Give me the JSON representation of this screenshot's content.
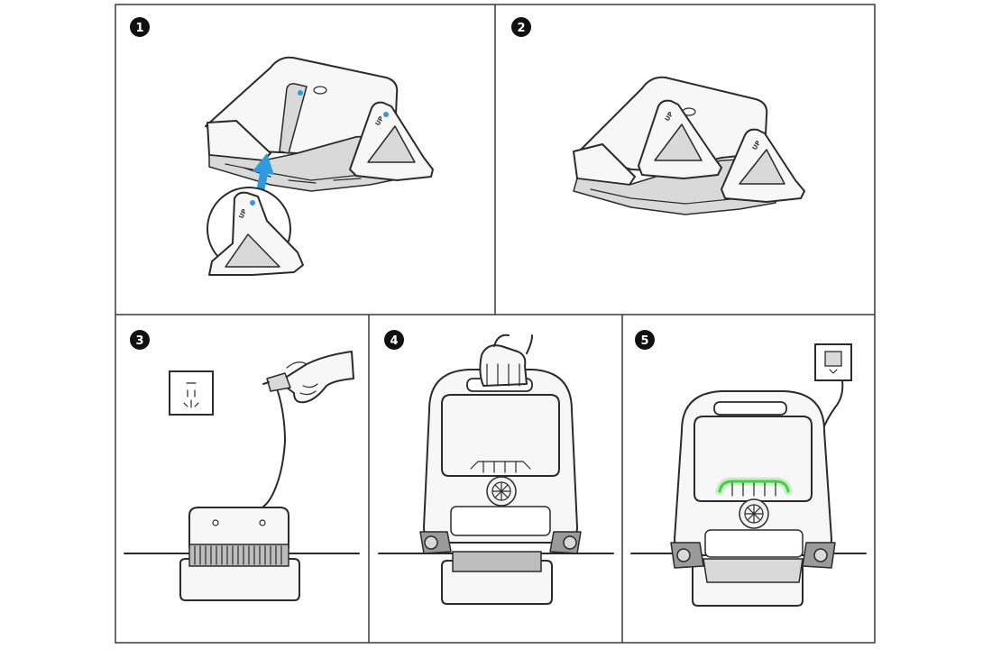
{
  "steps": [
    {
      "number": "1",
      "up_label": "UP",
      "dot_color": "#2e9be0"
    },
    {
      "number": "2",
      "up_label": "UP"
    },
    {
      "number": "3"
    },
    {
      "number": "4"
    },
    {
      "number": "5",
      "indicator_color": "#3fd13f"
    }
  ],
  "colors": {
    "frame": "#3a3a3a",
    "arrow": "#2e9be0",
    "indicator": "#3fd13f",
    "line": "#2b2b2b"
  }
}
